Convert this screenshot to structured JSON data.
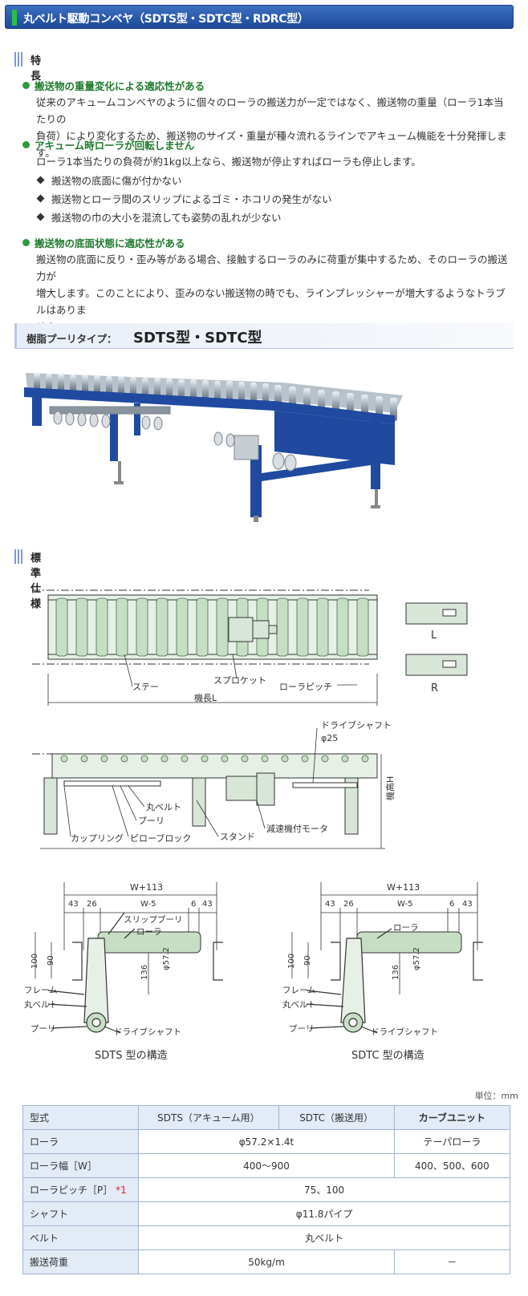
{
  "title": "丸ベルト駆動コンベヤ（SDTS型・SDTC型・RDRC型）",
  "features": {
    "heading": "特長",
    "items": [
      {
        "title": "搬送物の重量変化による適応性がある",
        "lines": [
          "従来のアキュームコンベヤのように個々のローラの搬送力が一定ではなく、搬送物の重量（ローラ1本当たりの",
          "負荷）により変化するため、搬送物のサイズ・重量が種々流れるラインでアキューム機能を十分発揮します。"
        ]
      },
      {
        "title": "アキューム時ローラが回転しません",
        "lines": [
          "ローラ1本当たりの負荷が約1kg以上なら、搬送物が停止すればローラも停止します。"
        ],
        "bullets": [
          "搬送物の底面に傷が付かない",
          "搬送物とローラ間のスリップによるゴミ・ホコリの発生がない",
          "搬送物の巾の大小を混流しても姿勢の乱れが少ない"
        ]
      },
      {
        "title": "搬送物の底面状態に適応性がある",
        "lines": [
          "搬送物の底面に反り・歪み等がある場合、接触するローラのみに荷重が集中するため、そのローラの搬送力が",
          "増大します。このことにより、歪みのない搬送物の時でも、ラインプレッシャーが増大するようなトラブルはありま",
          "せん。"
        ]
      }
    ]
  },
  "type_heading": {
    "small": "樹脂プーリタイプ：",
    "big": "SDTS型・SDTC型"
  },
  "spec_heading": "標準仕様",
  "drawing": {
    "top_labels": {
      "stay": "ステー",
      "sprocket": "スプロケット",
      "roller_pitch": "ローラピッチ",
      "length": "機長L"
    },
    "side_marks": {
      "left": "L",
      "right": "R"
    },
    "side_labels": {
      "drive_shaft": "ドライブシャフト",
      "phi25": "φ25",
      "round_belt": "丸ベルト",
      "pulley": "プーリ",
      "coupling": "カップリング",
      "pillow_block": "ピローブロック",
      "stand": "スタンド",
      "motor": "減速機付モータ",
      "height": "機高H"
    },
    "cross": {
      "w113": "W+113",
      "d43": "43",
      "d26": "26",
      "w5": "W-5",
      "d6": "6",
      "d43b": "43",
      "slip_pulley": "スリップブーリ",
      "roller": "ローラ",
      "d100": "100",
      "d90": "90",
      "d136": "136",
      "phi572": "φ57.2",
      "frame": "フレーム",
      "round_belt": "丸ベルト",
      "pulley": "プーリ",
      "drive_shaft": "ドライブシャフト",
      "caption_sdts": "SDTS 型の構造",
      "caption_sdtc": "SDTC 型の構造"
    }
  },
  "unit": "単位：mm",
  "table": {
    "header": [
      "型式",
      "SDTS（アキューム用）",
      "SDTC（搬送用）",
      "カーブユニット"
    ],
    "rows": [
      {
        "label": "ローラ",
        "main": "φ57.2×1.4t",
        "curve": "テーパローラ"
      },
      {
        "label": "ローラ幅［W］",
        "main": "400〜900",
        "curve": "400、500、600"
      },
      {
        "label": "ローラピッチ［P］",
        "mark": "*1",
        "all": "75、100"
      },
      {
        "label": "シャフト",
        "all": "φ11.8パイプ"
      },
      {
        "label": "ベルト",
        "all": "丸ベルト"
      },
      {
        "label": "搬送荷重",
        "main": "50kg/m",
        "curve": "－"
      }
    ]
  },
  "colors": {
    "title_bar": "#2a5cb0",
    "accent_green": "#29c04a",
    "frame_blue": "#1f4aa0",
    "roller_green": "#c6dfc4"
  }
}
